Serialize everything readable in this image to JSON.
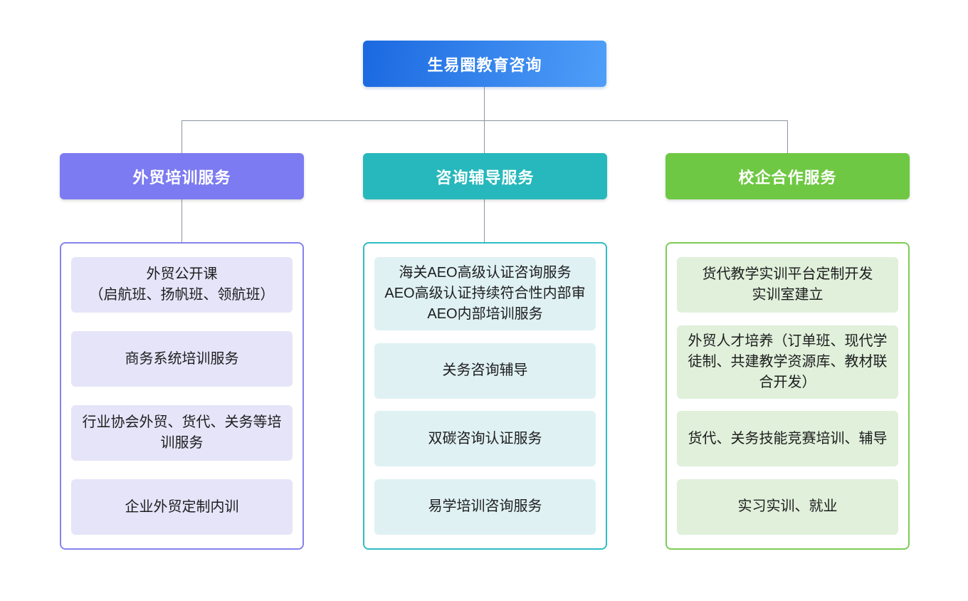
{
  "page": {
    "background": "#FFFFFF",
    "connector_color": "#8C93A0"
  },
  "root_node": {
    "label": "生易圈教育咨询",
    "gradient_from": "#1B69E0",
    "gradient_to": "#4F9EF8",
    "text_color": "#FFFFFF"
  },
  "branches": [
    {
      "label": "外贸培训服务",
      "header_color": "#7C7BF1",
      "border_color": "#8583EE",
      "item_bg": "#E6E4F8",
      "items": [
        "外贸公开课\n（启航班、扬帆班、领航班）",
        "商务系统培训服务",
        "行业协会外贸、货代、关务等培训服务",
        "企业外贸定制内训"
      ]
    },
    {
      "label": "咨询辅导服务",
      "header_color": "#26B8BC",
      "border_color": "#2FBDC2",
      "item_bg": "#DFF1F3",
      "items": [
        "海关AEO高级认证咨询服务\nAEO高级认证持续符合性内部审\nAEO内部培训服务",
        "关务咨询辅导",
        "双碳咨询认证服务",
        "易学培训咨询服务"
      ]
    },
    {
      "label": "校企合作服务",
      "header_color": "#6FC843",
      "border_color": "#7ECB55",
      "item_bg": "#E0F0DA",
      "items": [
        "货代教学实训平台定制开发\n实训室建立",
        "外贸人才培养（订单班、现代学徒制、共建教学资源库、教材联合开发）",
        "货代、关务技能竞赛培训、辅导",
        "实习实训、就业"
      ]
    }
  ]
}
